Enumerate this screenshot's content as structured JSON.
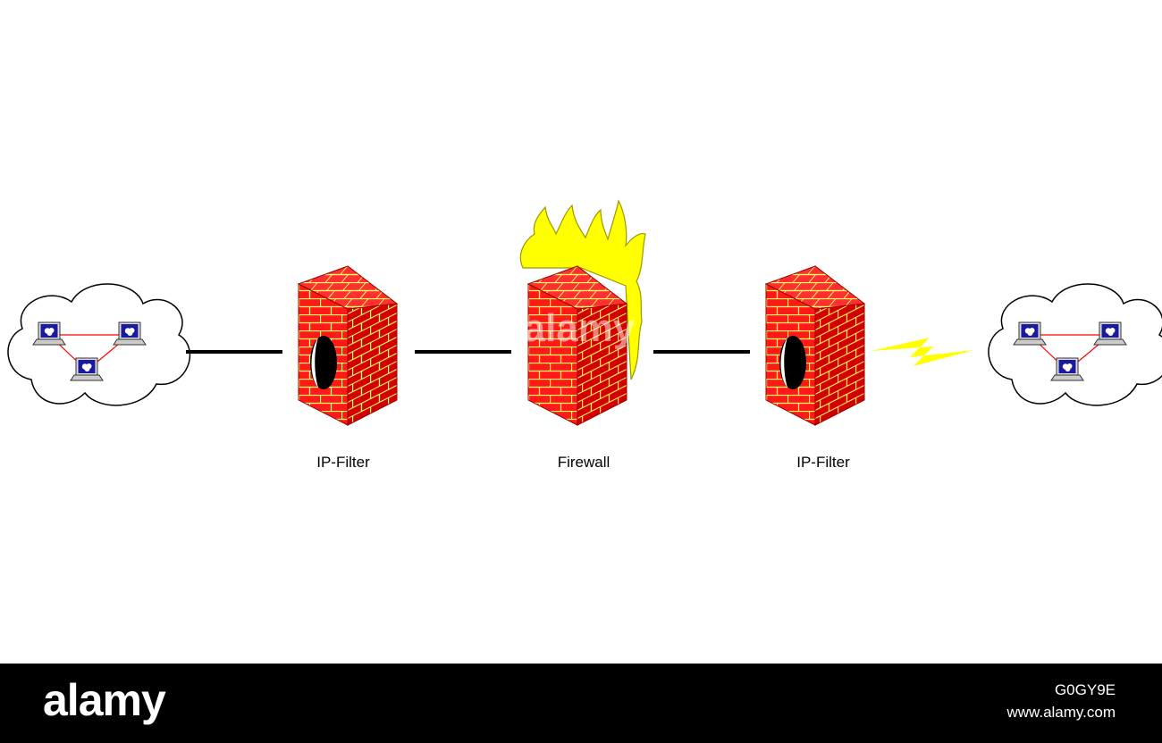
{
  "labels": {
    "left_filter": "IP-Filter",
    "firewall": "Firewall",
    "right_filter": "IP-Filter"
  },
  "watermark": "alamy",
  "footer": {
    "brand": "alamy",
    "image_id": "G0GY9E",
    "site": "www.alamy.com"
  },
  "colors": {
    "brick": "#ff1a1a",
    "brick_side": "#d40000",
    "mortar": "#ffff66",
    "flame": "#ffff00",
    "laptop_screen": "#1a1aa0",
    "network_link": "#ff0000",
    "lightning": "#ffff00"
  }
}
